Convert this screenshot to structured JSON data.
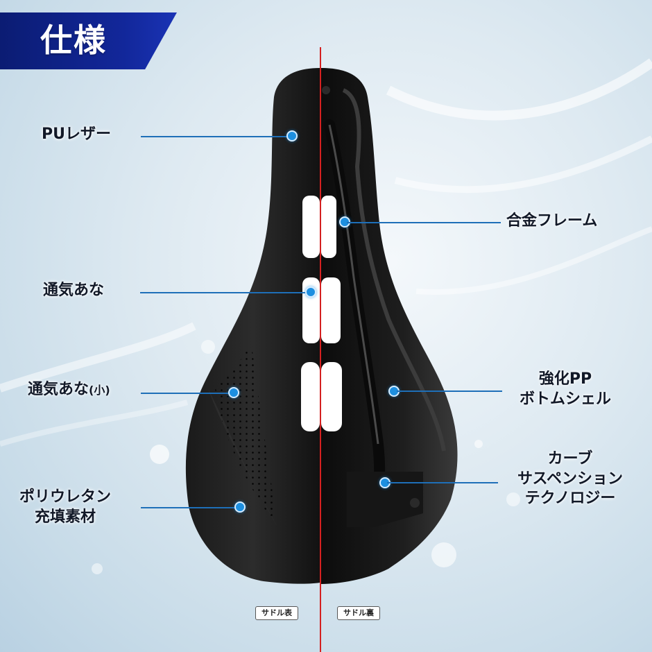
{
  "title": "仕様",
  "labels": {
    "pu_leather": "PUレザー",
    "vent_hole": "通気あな",
    "vent_hole_small": "通気あな",
    "vent_hole_small_suffix": "(小)",
    "polyurethane_line1": "ポリウレタン",
    "polyurethane_line2": "充填素材",
    "alloy_frame": "合金フレーム",
    "pp_shell_line1": "強化PP",
    "pp_shell_line2": "ボトムシェル",
    "curve_line1": "カーブ",
    "curve_line2": "サスペンション",
    "curve_line3": "テクノロジー"
  },
  "tags": {
    "front": "サドル表",
    "back": "サドル裏"
  },
  "colors": {
    "banner": "#12279a",
    "leader": "#1e6fb8",
    "dot": "#1d8fe0",
    "divider": "#d42020"
  }
}
